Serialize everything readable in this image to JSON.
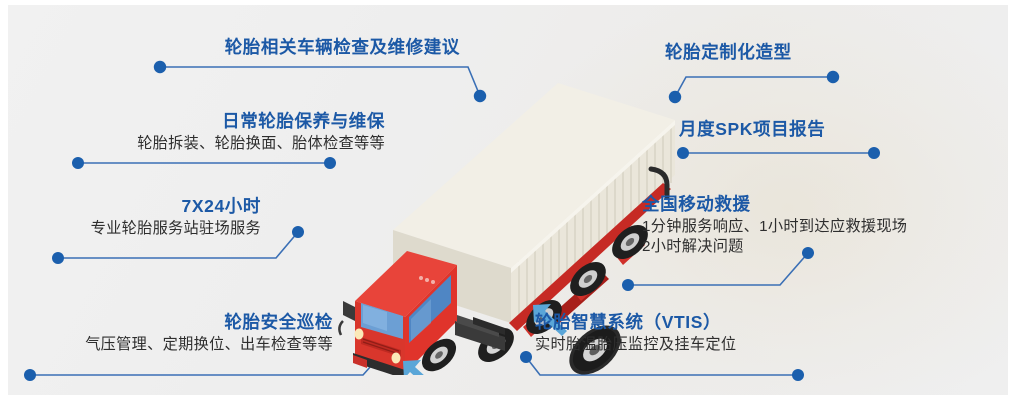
{
  "page": {
    "background_color": "#eeeeee",
    "accent_color": "#1c59a6",
    "connector_color": "#3a6fb5",
    "dot_color": "#1b5fad",
    "body_text_color": "#2e2e2e"
  },
  "callouts": [
    {
      "id": "tire-inspection-repair",
      "title": "轮胎相关车辆检查及维修建议",
      "subtitle": "",
      "align": "right",
      "side": "left"
    },
    {
      "id": "daily-tire-maintenance",
      "title": "日常轮胎保养与维保",
      "subtitle": "轮胎拆装、轮胎换面、胎体检查等等",
      "align": "right",
      "side": "left"
    },
    {
      "id": "service-7x24",
      "title": "7X24小时",
      "subtitle": "专业轮胎服务站驻场服务",
      "align": "right",
      "side": "left"
    },
    {
      "id": "tire-safety-patrol",
      "title": "轮胎安全巡检",
      "subtitle": "气压管理、定期换位、出车检查等等",
      "align": "right",
      "side": "left"
    },
    {
      "id": "tire-custom-modeling",
      "title": "轮胎定制化造型",
      "subtitle": "",
      "align": "left",
      "side": "right"
    },
    {
      "id": "monthly-spk-report",
      "title": "月度SPK项目报告",
      "subtitle": "",
      "align": "left",
      "side": "right"
    },
    {
      "id": "nationwide-mobile-rescue",
      "title": "全国移动救援",
      "subtitle": "1分钟服务响应、1小时到达应救援现场",
      "subtitle2": "2小时解决问题",
      "align": "left",
      "side": "right"
    },
    {
      "id": "tire-smart-system-vtis",
      "title": "轮胎智慧系统（VTIS）",
      "subtitle": "实时胎温胎压监控及挂车定位",
      "align": "left",
      "side": "right"
    }
  ],
  "illustration": {
    "name": "semi-truck-with-detached-wheels",
    "cab_color": "#e0342b",
    "trailer_color": "#ebe7db",
    "tire_color": "#262626",
    "arrow_color": "#5aa6d8",
    "chassis_color": "#c62a24"
  }
}
